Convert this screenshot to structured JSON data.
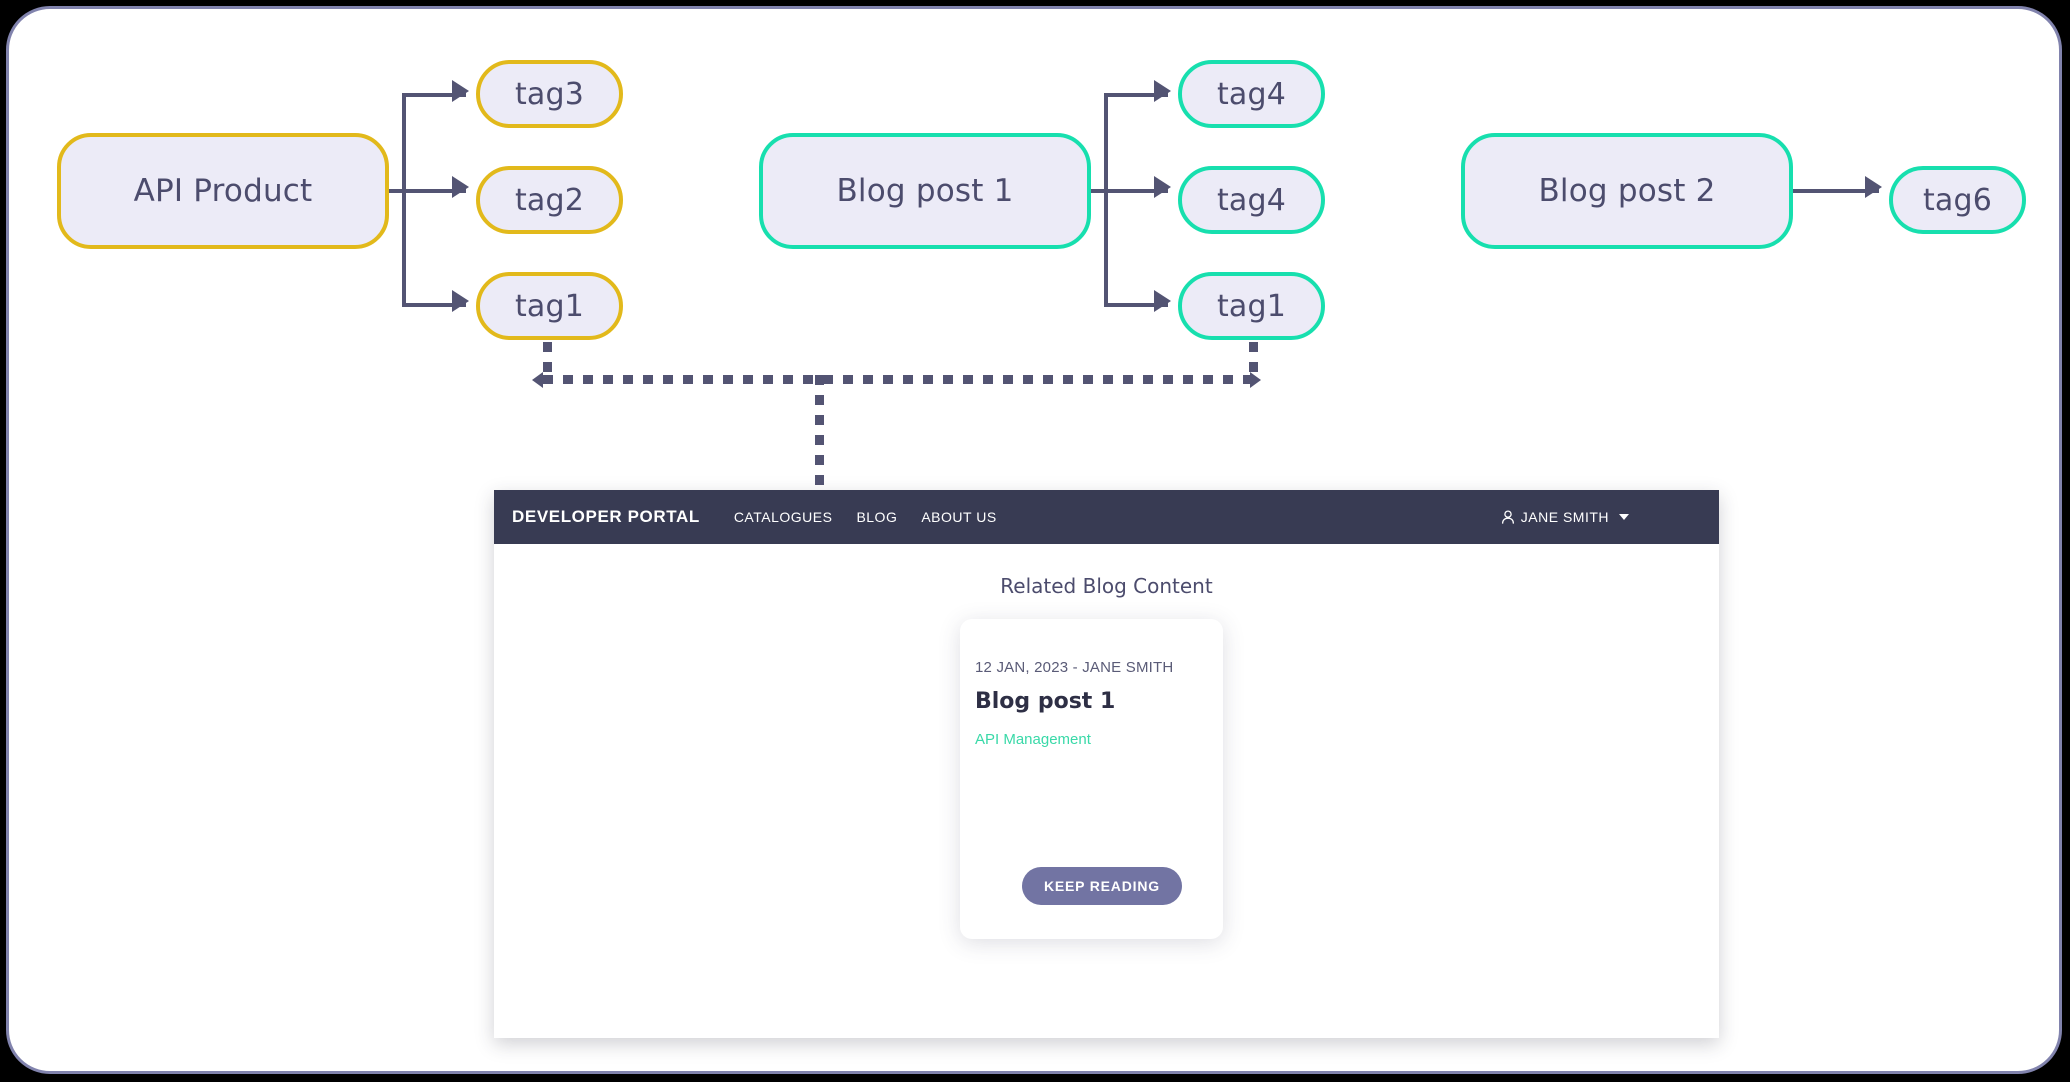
{
  "diagram": {
    "nodes": [
      {
        "id": "api-product",
        "label": "API Product",
        "color": "yellow",
        "kind": "entity"
      },
      {
        "id": "tag3-yellow",
        "label": "tag3",
        "color": "yellow",
        "kind": "tag"
      },
      {
        "id": "tag2-yellow",
        "label": "tag2",
        "color": "yellow",
        "kind": "tag"
      },
      {
        "id": "tag1-yellow",
        "label": "tag1",
        "color": "yellow",
        "kind": "tag"
      },
      {
        "id": "blog-post-1",
        "label": "Blog post 1",
        "color": "teal",
        "kind": "entity"
      },
      {
        "id": "tag4-teal-a",
        "label": "tag4",
        "color": "teal",
        "kind": "tag"
      },
      {
        "id": "tag4-teal-b",
        "label": "tag4",
        "color": "teal",
        "kind": "tag"
      },
      {
        "id": "tag1-teal",
        "label": "tag1",
        "color": "teal",
        "kind": "tag"
      },
      {
        "id": "blog-post-2",
        "label": "Blog post 2",
        "color": "teal",
        "kind": "entity"
      },
      {
        "id": "tag6-teal",
        "label": "tag6",
        "color": "teal",
        "kind": "tag"
      }
    ],
    "colors": {
      "yellow_border": "#e2b91b",
      "teal_border": "#17dfae",
      "node_fill": "#ecebf7",
      "node_text": "#4c4c6d",
      "connector": "#535473",
      "frame_border": "#8183ad"
    }
  },
  "portal": {
    "brand": "DEVELOPER PORTAL",
    "nav": [
      {
        "label": "CATALOGUES"
      },
      {
        "label": "BLOG"
      },
      {
        "label": "ABOUT US"
      }
    ],
    "user": {
      "name": "JANE SMITH",
      "icon": "user-icon",
      "caret": "chevron-down-icon"
    },
    "section_title": "Related Blog Content",
    "card": {
      "meta": "12 JAN, 2023 - JANE SMITH",
      "title": "Blog post 1",
      "tag": "API Management",
      "tag_color": "#39d9a8",
      "button_label": "KEEP READING",
      "button_color": "#7274a3"
    }
  }
}
